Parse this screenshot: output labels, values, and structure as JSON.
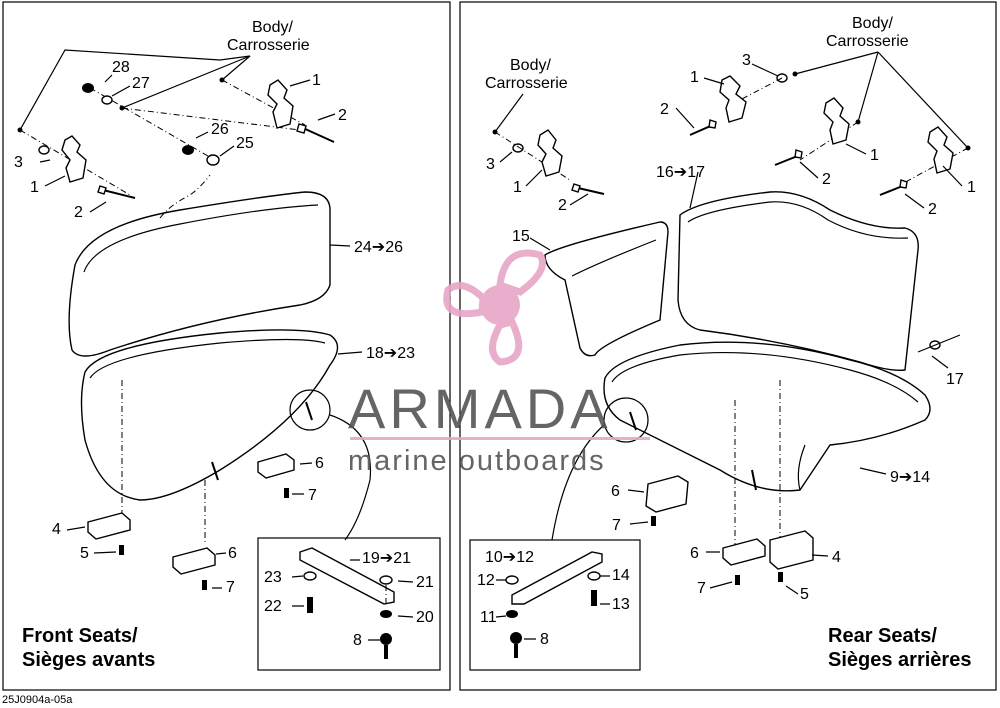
{
  "figure_code": "25J0904a-05a",
  "front": {
    "title_en": "Front Seats/",
    "title_fr": "Sièges avants",
    "body_en": "Body/",
    "body_fr": "Carrosserie",
    "callouts": {
      "c1a": "1",
      "c1b": "1",
      "c2a": "2",
      "c2b": "2",
      "c3": "3",
      "c28": "28",
      "c27": "27",
      "c26": "26",
      "c25": "25",
      "c24": "24➔26",
      "c18": "18➔23",
      "c6a": "6",
      "c7a": "7",
      "c4": "4",
      "c5": "5",
      "c6b": "6",
      "c7b": "7"
    },
    "detail": {
      "c19": "19➔21",
      "c23": "23",
      "c21": "21",
      "c22": "22",
      "c20": "20",
      "c8": "8"
    }
  },
  "rear": {
    "title_en": "Rear Seats/",
    "title_fr": "Sièges arrières",
    "body1_en": "Body/",
    "body1_fr": "Carrosserie",
    "body2_en": "Body/",
    "body2_fr": "Carrosserie",
    "callouts": {
      "c3a": "3",
      "c1a": "1",
      "c2a": "2",
      "c3b": "3",
      "c1b": "1",
      "c2b": "2",
      "c1c": "1",
      "c2c": "2",
      "c1d": "1",
      "c2d": "2",
      "c16": "16➔17",
      "c15": "15",
      "c17": "17",
      "c9": "9➔14",
      "c6a": "6",
      "c7a": "7",
      "c6b": "6",
      "c4": "4",
      "c7b": "7",
      "c5": "5"
    },
    "detail": {
      "c10": "10➔12",
      "c12": "12",
      "c14": "14",
      "c13": "13",
      "c11": "11",
      "c8": "8"
    }
  },
  "watermark": {
    "brand": "ARMADA",
    "tagline": "marine outboards",
    "color_pink": "#e8a6c8",
    "color_gray": "#555555"
  }
}
